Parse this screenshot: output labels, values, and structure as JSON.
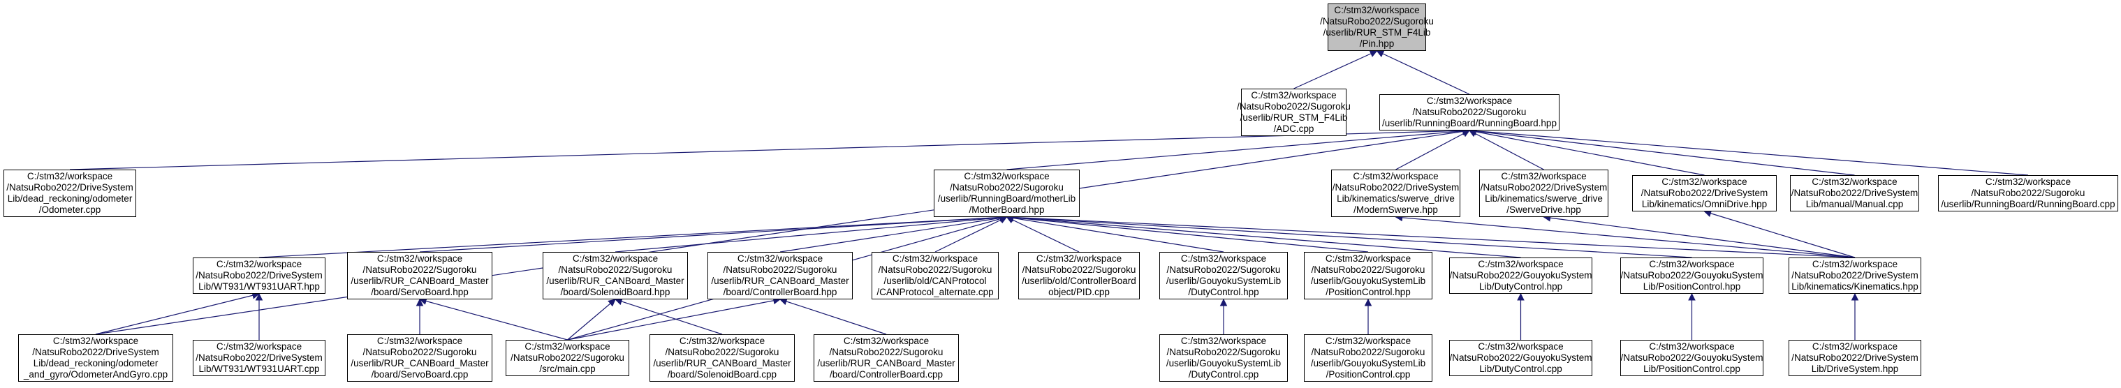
{
  "diagram": {
    "type": "include-dependency-graph",
    "colors": {
      "edge": "#191970",
      "root_fill": "#bfbfbf",
      "node_fill": "#ffffff",
      "border": "#000000"
    },
    "nodes": [
      {
        "id": "pin",
        "label": "C:/stm32/workspace\n/NatsuRobo2022/Sugoroku\n/userlib/RUR_STM_F4Lib\n/Pin.hpp",
        "root": true
      },
      {
        "id": "adc",
        "label": "C:/stm32/workspace\n/NatsuRobo2022/Sugoroku\n/userlib/RUR_STM_F4Lib\n/ADC.cpp"
      },
      {
        "id": "rbh",
        "label": "C:/stm32/workspace\n/NatsuRobo2022/Sugoroku\n/userlib/RunningBoard/RunningBoard.hpp"
      },
      {
        "id": "odo",
        "label": "C:/stm32/workspace\n/NatsuRobo2022/DriveSystem\nLib/dead_reckoning/odometer\n/Odometer.cpp"
      },
      {
        "id": "mbh",
        "label": "C:/stm32/workspace\n/NatsuRobo2022/Sugoroku\n/userlib/RunningBoard/motherLib\n/MotherBoard.hpp"
      },
      {
        "id": "msw",
        "label": "C:/stm32/workspace\n/NatsuRobo2022/DriveSystem\nLib/kinematics/swerve_drive\n/ModernSwerve.hpp"
      },
      {
        "id": "ssw",
        "label": "C:/stm32/workspace\n/NatsuRobo2022/DriveSystem\nLib/kinematics/swerve_drive\n/SwerveDrive.hpp"
      },
      {
        "id": "omni",
        "label": "C:/stm32/workspace\n/NatsuRobo2022/DriveSystem\nLib/kinematics/OmniDrive.hpp"
      },
      {
        "id": "man",
        "label": "C:/stm32/workspace\n/NatsuRobo2022/DriveSystem\nLib/manual/Manual.cpp"
      },
      {
        "id": "rbc",
        "label": "C:/stm32/workspace\n/NatsuRobo2022/Sugoroku\n/userlib/RunningBoard/RunningBoard.cpp"
      },
      {
        "id": "wth",
        "label": "C:/stm32/workspace\n/NatsuRobo2022/DriveSystem\nLib/WT931/WT931UART.hpp"
      },
      {
        "id": "sbh",
        "label": "C:/stm32/workspace\n/NatsuRobo2022/Sugoroku\n/userlib/RUR_CANBoard_Master\n/board/ServoBoard.hpp"
      },
      {
        "id": "solh",
        "label": "C:/stm32/workspace\n/NatsuRobo2022/Sugoroku\n/userlib/RUR_CANBoard_Master\n/board/SolenoidBoard.hpp"
      },
      {
        "id": "cbh",
        "label": "C:/stm32/workspace\n/NatsuRobo2022/Sugoroku\n/userlib/RUR_CANBoard_Master\n/board/ControllerBoard.hpp"
      },
      {
        "id": "canp",
        "label": "C:/stm32/workspace\n/NatsuRobo2022/Sugoroku\n/userlib/old/CANProtocol\n/CANProtocol_alternate.cpp"
      },
      {
        "id": "pid",
        "label": "C:/stm32/workspace\n/NatsuRobo2022/Sugoroku\n/userlib/old/ControllerBoard\nobject/PID.cpp"
      },
      {
        "id": "dch",
        "label": "C:/stm32/workspace\n/NatsuRobo2022/Sugoroku\n/userlib/GouyokuSystemLib\n/DutyControl.hpp"
      },
      {
        "id": "pch",
        "label": "C:/stm32/workspace\n/NatsuRobo2022/Sugoroku\n/userlib/GouyokuSystemLib\n/PositionControl.hpp"
      },
      {
        "id": "gdch",
        "label": "C:/stm32/workspace\n/NatsuRobo2022/GouyokuSystem\nLib/DutyControl.hpp"
      },
      {
        "id": "gpch",
        "label": "C:/stm32/workspace\n/NatsuRobo2022/GouyokuSystem\nLib/PositionControl.hpp"
      },
      {
        "id": "kin",
        "label": "C:/stm32/workspace\n/NatsuRobo2022/DriveSystem\nLib/kinematics/Kinematics.hpp"
      },
      {
        "id": "ogy",
        "label": "C:/stm32/workspace\n/NatsuRobo2022/DriveSystem\nLib/dead_reckoning/odometer\n_and_gyro/OdometerAndGyro.cpp"
      },
      {
        "id": "wtc",
        "label": "C:/stm32/workspace\n/NatsuRobo2022/DriveSystem\nLib/WT931/WT931UART.cpp"
      },
      {
        "id": "sbc",
        "label": "C:/stm32/workspace\n/NatsuRobo2022/Sugoroku\n/userlib/RUR_CANBoard_Master\n/board/ServoBoard.cpp"
      },
      {
        "id": "main",
        "label": "C:/stm32/workspace\n/NatsuRobo2022/Sugoroku\n/src/main.cpp"
      },
      {
        "id": "solc",
        "label": "C:/stm32/workspace\n/NatsuRobo2022/Sugoroku\n/userlib/RUR_CANBoard_Master\n/board/SolenoidBoard.cpp"
      },
      {
        "id": "cbc",
        "label": "C:/stm32/workspace\n/NatsuRobo2022/Sugoroku\n/userlib/RUR_CANBoard_Master\n/board/ControllerBoard.cpp"
      },
      {
        "id": "dcc",
        "label": "C:/stm32/workspace\n/NatsuRobo2022/Sugoroku\n/userlib/GouyokuSystemLib\n/DutyControl.cpp"
      },
      {
        "id": "pcc",
        "label": "C:/stm32/workspace\n/NatsuRobo2022/Sugoroku\n/userlib/GouyokuSystemLib\n/PositionControl.cpp"
      },
      {
        "id": "gdcc",
        "label": "C:/stm32/workspace\n/NatsuRobo2022/GouyokuSystem\nLib/DutyControl.cpp"
      },
      {
        "id": "gpcc",
        "label": "C:/stm32/workspace\n/NatsuRobo2022/GouyokuSystem\nLib/PositionControl.cpp"
      },
      {
        "id": "ds",
        "label": "C:/stm32/workspace\n/NatsuRobo2022/DriveSystem\nLib/DriveSystem.hpp"
      }
    ],
    "edges": [
      {
        "from": "adc",
        "to": "pin"
      },
      {
        "from": "rbh",
        "to": "pin"
      },
      {
        "from": "odo",
        "to": "rbh"
      },
      {
        "from": "ogy",
        "to": "rbh"
      },
      {
        "from": "mbh",
        "to": "rbh"
      },
      {
        "from": "msw",
        "to": "rbh"
      },
      {
        "from": "ssw",
        "to": "rbh"
      },
      {
        "from": "omni",
        "to": "rbh"
      },
      {
        "from": "man",
        "to": "rbh"
      },
      {
        "from": "rbc",
        "to": "rbh"
      },
      {
        "from": "wth",
        "to": "mbh"
      },
      {
        "from": "sbh",
        "to": "mbh"
      },
      {
        "from": "solh",
        "to": "mbh"
      },
      {
        "from": "cbh",
        "to": "mbh"
      },
      {
        "from": "canp",
        "to": "mbh"
      },
      {
        "from": "pid",
        "to": "mbh"
      },
      {
        "from": "dch",
        "to": "mbh"
      },
      {
        "from": "pch",
        "to": "mbh"
      },
      {
        "from": "gdch",
        "to": "mbh"
      },
      {
        "from": "gpch",
        "to": "mbh"
      },
      {
        "from": "kin",
        "to": "mbh"
      },
      {
        "from": "main",
        "to": "mbh"
      },
      {
        "from": "kin",
        "to": "msw"
      },
      {
        "from": "kin",
        "to": "ssw"
      },
      {
        "from": "kin",
        "to": "omni"
      },
      {
        "from": "ogy",
        "to": "wth"
      },
      {
        "from": "wtc",
        "to": "wth"
      },
      {
        "from": "sbc",
        "to": "sbh"
      },
      {
        "from": "main",
        "to": "sbh"
      },
      {
        "from": "main",
        "to": "solh"
      },
      {
        "from": "solc",
        "to": "solh"
      },
      {
        "from": "main",
        "to": "cbh"
      },
      {
        "from": "cbc",
        "to": "cbh"
      },
      {
        "from": "dcc",
        "to": "dch"
      },
      {
        "from": "pcc",
        "to": "pch"
      },
      {
        "from": "gdcc",
        "to": "gdch"
      },
      {
        "from": "gpcc",
        "to": "gpch"
      },
      {
        "from": "ds",
        "to": "kin"
      }
    ]
  }
}
